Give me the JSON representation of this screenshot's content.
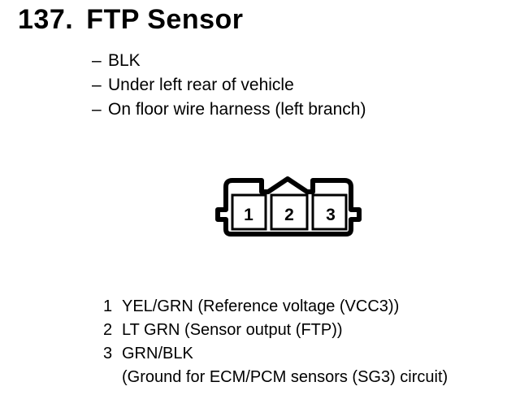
{
  "header": {
    "number": "137.",
    "title": "FTP Sensor"
  },
  "details": [
    {
      "dash": "–",
      "text": "BLK"
    },
    {
      "dash": "–",
      "text": "Under left rear of vehicle"
    },
    {
      "dash": "–",
      "text": "On floor wire harness (left branch)"
    }
  ],
  "connector": {
    "icon": "connector-face-icon",
    "terminals": [
      "1",
      "2",
      "3"
    ]
  },
  "pins": [
    {
      "number": "1",
      "wire": "YEL/GRN (Reference voltage (VCC3))",
      "note": ""
    },
    {
      "number": "2",
      "wire": "LT GRN (Sensor output (FTP))",
      "note": ""
    },
    {
      "number": "3",
      "wire": "GRN/BLK",
      "note": "(Ground for ECM/PCM sensors (SG3) circuit)"
    }
  ]
}
